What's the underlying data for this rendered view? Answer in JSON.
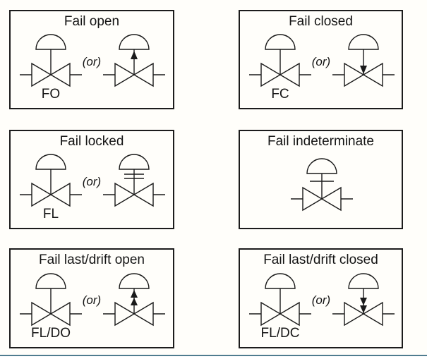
{
  "page": {
    "description": "Control valve failure mode symbols",
    "ink_color": "#1a1a1a",
    "background_color": "#fffefa",
    "divider_color": "#4f7c8f"
  },
  "cells": [
    {
      "title": "Fail open",
      "or_label": "(or)",
      "abbr": "FO",
      "left_symbol": "control-valve-with-diaphragm-actuator",
      "right_symbol": "control-valve-with-up-arrow-on-stem"
    },
    {
      "title": "Fail closed",
      "or_label": "(or)",
      "abbr": "FC",
      "left_symbol": "control-valve-with-diaphragm-actuator",
      "right_symbol": "control-valve-with-down-arrow-on-stem"
    },
    {
      "title": "Fail locked",
      "or_label": "(or)",
      "abbr": "FL",
      "left_symbol": "control-valve-with-diaphragm-actuator",
      "right_symbol": "control-valve-with-double-crossbar-on-stem"
    },
    {
      "title": "Fail indeterminate",
      "symbol": "control-valve-with-single-crossbar-on-stem"
    },
    {
      "title": "Fail last/drift open",
      "or_label": "(or)",
      "abbr": "FL/DO",
      "left_symbol": "control-valve-with-diaphragm-actuator",
      "right_symbol": "control-valve-with-double-up-arrows-on-stem"
    },
    {
      "title": "Fail last/drift closed",
      "or_label": "(or)",
      "abbr": "FL/DC",
      "left_symbol": "control-valve-with-diaphragm-actuator",
      "right_symbol": "control-valve-with-double-down-arrows-on-stem"
    }
  ]
}
